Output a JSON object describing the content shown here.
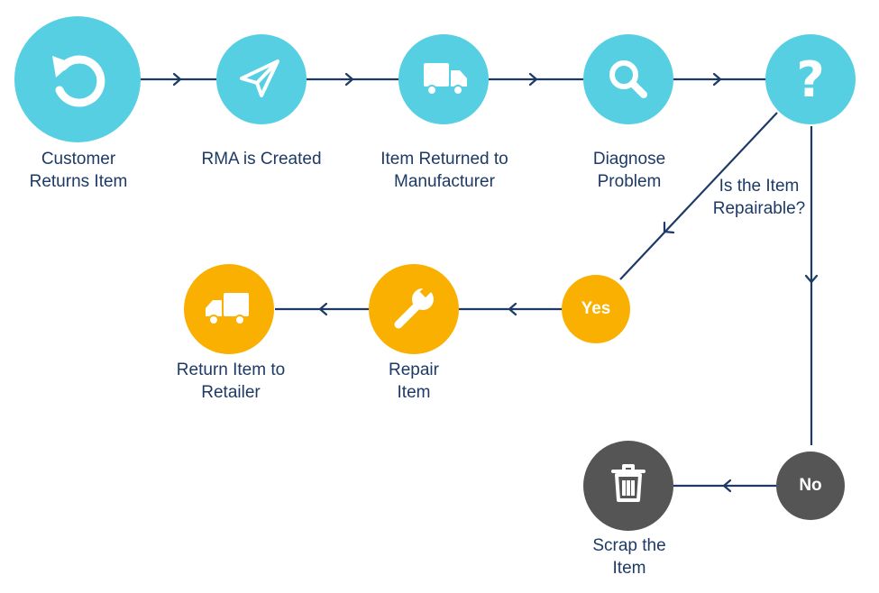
{
  "colors": {
    "blue": "#56cfe3",
    "orange": "#f9b000",
    "gray": "#555555",
    "line": "#1d3a66",
    "white": "#ffffff"
  },
  "nodes": {
    "customer_returns": {
      "label_line1": "Customer",
      "label_line2": "Returns Item",
      "icon": "undo-icon"
    },
    "rma_created": {
      "label_line1": "RMA is Created",
      "icon": "paper-plane-icon"
    },
    "item_returned": {
      "label_line1": "Item Returned to",
      "label_line2": "Manufacturer",
      "icon": "truck-icon"
    },
    "diagnose": {
      "label_line1": "Diagnose",
      "label_line2": "Problem",
      "icon": "search-icon"
    },
    "decision": {
      "label_line1": "Is the Item",
      "label_line2": "Repairable?",
      "icon": "question-icon"
    },
    "yes": {
      "text": "Yes"
    },
    "no": {
      "text": "No"
    },
    "repair": {
      "label_line1": "Repair",
      "label_line2": "Item",
      "icon": "wrench-icon"
    },
    "return_retailer": {
      "label_line1": "Return Item to",
      "label_line2": "Retailer",
      "icon": "truck-icon"
    },
    "scrap": {
      "label_line1": "Scrap the",
      "label_line2": "Item",
      "icon": "trash-icon"
    }
  }
}
